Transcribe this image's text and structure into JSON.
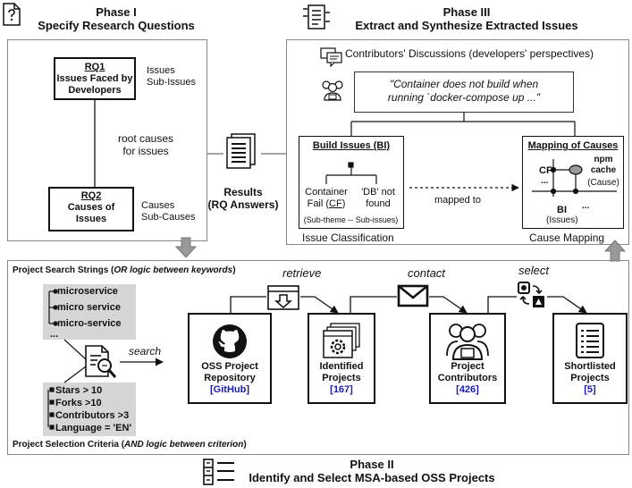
{
  "phase1": {
    "phase_label": "Phase I",
    "title": "Specify Research Questions",
    "rq1": {
      "code": "RQ1",
      "text": "Issues Faced by Developers"
    },
    "rq1_side": {
      "line1": "Issues",
      "line2": "Sub-Issues"
    },
    "link": {
      "line1": "root causes",
      "line2": "for issues"
    },
    "rq2": {
      "code": "RQ2",
      "line1": "Causes of",
      "line2": "Issues"
    },
    "rq2_side": {
      "line1": "Causes",
      "line2": "Sub-Causes"
    }
  },
  "results": {
    "line1": "Results",
    "line2": "(RQ Answers)"
  },
  "phase3": {
    "phase_label": "Phase III",
    "title": "Extract and Synthesize Extracted Issues",
    "discussions": "Contributors' Discussions (developers' perspectives)",
    "quote_line1": "\"Container does not build when",
    "quote_line2": "running `docker-compose up ...\"",
    "build_issues": "Build Issues (BI)",
    "cf_line1": "Container",
    "cf_line2_prefix": "Fail (",
    "cf_abbr": "CF",
    "cf_line2_suffix": ")",
    "db_line1": "'DB' not",
    "db_line2": "found",
    "sub_theme": "(Sub-theme -- Sub-issues)",
    "mapped_to": "mapped to",
    "mapping_title": "Mapping of Causes",
    "map_cf": "CF",
    "map_dots1": "...",
    "map_npm1": "npm",
    "map_npm2": "cache",
    "map_cause": "(Cause)",
    "map_bi": "BI",
    "map_dots2": "...",
    "map_issues": "(Issues)",
    "issue_classification": "Issue Classification",
    "cause_mapping": "Cause Mapping"
  },
  "phase2": {
    "search_strings_prefix": "Project Search Strings (",
    "search_strings_logic": "OR logic between keywords",
    "search_strings_suffix": ")",
    "keywords": [
      "microservice",
      "micro service",
      "micro-service",
      "..."
    ],
    "search_label": "search",
    "criteria": [
      "Stars > 10",
      "Forks >10",
      "Contributors >3",
      "Language = 'EN'"
    ],
    "criteria_label_prefix": "Project Selection Criteria (",
    "criteria_label_logic": "AND logic between criterion",
    "criteria_label_suffix": ")",
    "retrieve": "retrieve",
    "contact": "contact",
    "select": "select",
    "repo": {
      "line1": "OSS Project",
      "line2": "Repository",
      "count": "[GitHub]"
    },
    "identified": {
      "line1": "Identified",
      "line2": "Projects",
      "count": "[167]"
    },
    "contributors": {
      "line1": "Project",
      "line2": "Contributors",
      "count": "[426]"
    },
    "shortlisted": {
      "line1": "Shortlisted",
      "line2": "Projects",
      "count": "[5]"
    },
    "phase_label": "Phase II",
    "title": "Identify and Select MSA-based OSS Projects"
  }
}
